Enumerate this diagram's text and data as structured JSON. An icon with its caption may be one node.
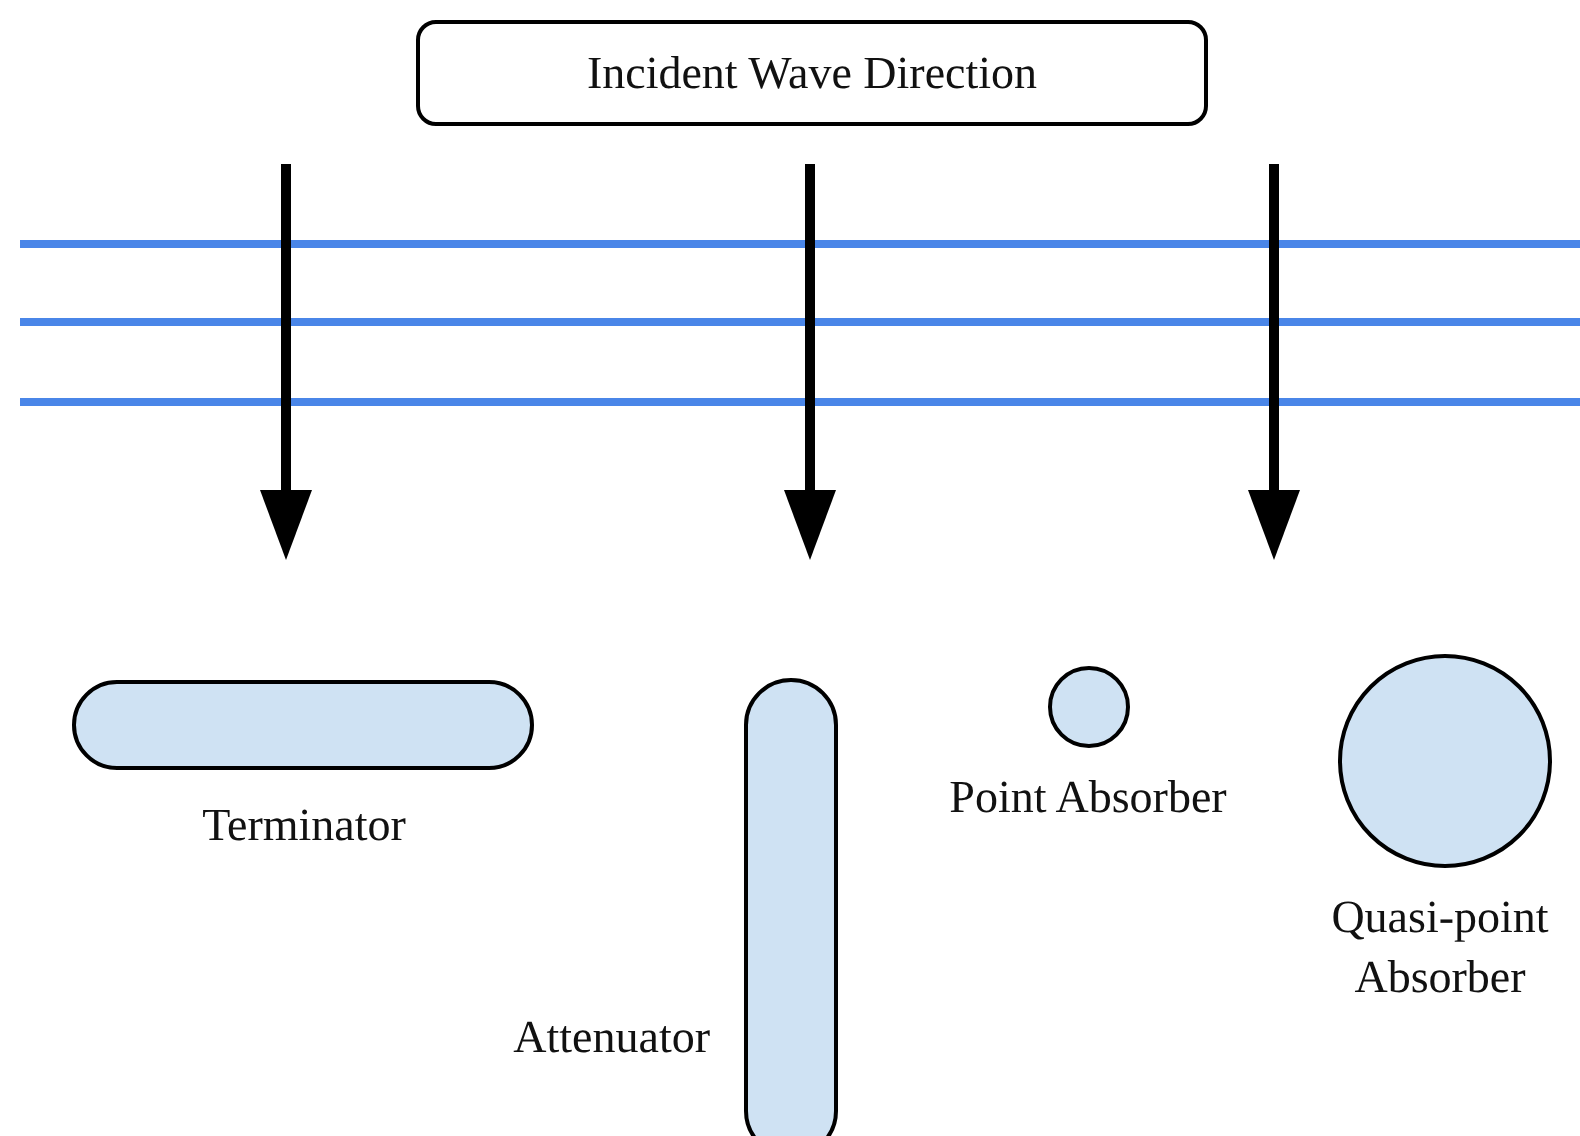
{
  "diagram": {
    "nodes": [
      {
        "text": [
          "Incident Wave Direction"
        ]
      },
      {
        "text": [],
        "shape": "bar",
        "beside": [
          "Terminator"
        ]
      },
      {
        "text": [],
        "shape": "bar",
        "beside": [
          "Attenuator"
        ]
      },
      {
        "text": [],
        "shape": "circle",
        "beside": [
          "Point Absorber"
        ]
      },
      {
        "text": [],
        "shape": "circle",
        "beside": [
          "Quasi-point Absorber"
        ]
      }
    ]
  }
}
